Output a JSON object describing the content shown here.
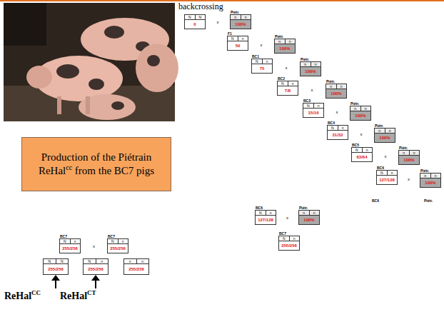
{
  "diagram": {
    "title": "backcrossing",
    "nodes": [
      {
        "text": [
          "N",
          "N",
          "0"
        ]
      },
      {
        "text": [
          "Piétr.",
          "n",
          "n",
          "100%"
        ]
      },
      {
        "text": [
          "F1",
          "N",
          "n",
          "50"
        ]
      },
      {
        "text": [
          "Piétr.",
          "n",
          "n",
          "100%"
        ]
      },
      {
        "text": [
          "BC1",
          "N",
          "n",
          "75"
        ]
      },
      {
        "text": [
          "Piétr.",
          "n",
          "n",
          "100%"
        ]
      },
      {
        "text": [
          "BC2",
          "N",
          "n",
          "7/8"
        ]
      },
      {
        "text": [
          "Piétr.",
          "n",
          "n",
          "100%"
        ]
      },
      {
        "text": [
          "BC3",
          "N",
          "n",
          "15/16"
        ]
      },
      {
        "text": [
          "Piétr.",
          "n",
          "n",
          "100%"
        ]
      },
      {
        "text": [
          "BC4",
          "N",
          "n",
          "31/32"
        ]
      },
      {
        "text": [
          "Piétr.",
          "n",
          "n",
          "100%"
        ]
      },
      {
        "text": [
          "BC5",
          "N",
          "n",
          "63/64"
        ]
      },
      {
        "text": [
          "Piétr.",
          "n",
          "n",
          "100%"
        ]
      },
      {
        "text": [
          "BC6",
          "N",
          "n",
          "127/128"
        ]
      },
      {
        "text": [
          "Piétr.",
          "n",
          "n",
          "100%"
        ]
      },
      {
        "text": [
          "Production of the Piétrain ReHal",
          "cc",
          "from the BC7 pigs"
        ]
      },
      {
        "text": [
          "BC6",
          "N",
          "n",
          "127/128"
        ]
      },
      {
        "text": [
          "Piétr.",
          "n",
          "n",
          "100%"
        ]
      },
      {
        "text": [
          "BC7",
          "N",
          "n",
          "255/256"
        ]
      },
      {
        "text": [
          "BC7",
          "N",
          "n",
          "255/256"
        ]
      },
      {
        "text": [
          "BC7",
          "N",
          "n",
          "255/256"
        ]
      },
      {
        "text": [
          "N",
          "N",
          "255/256"
        ]
      },
      {
        "text": [
          "N",
          "n",
          "255/256"
        ]
      },
      {
        "text": [
          "n",
          "n",
          "255/256"
        ]
      }
    ],
    "labels": [
      "x",
      "x",
      "x",
      "x",
      "x",
      "x",
      "x",
      "x",
      "x",
      "x",
      "BC6",
      "Piétr.",
      "ReHal",
      "CC",
      "ReHal",
      "CT"
    ]
  }
}
